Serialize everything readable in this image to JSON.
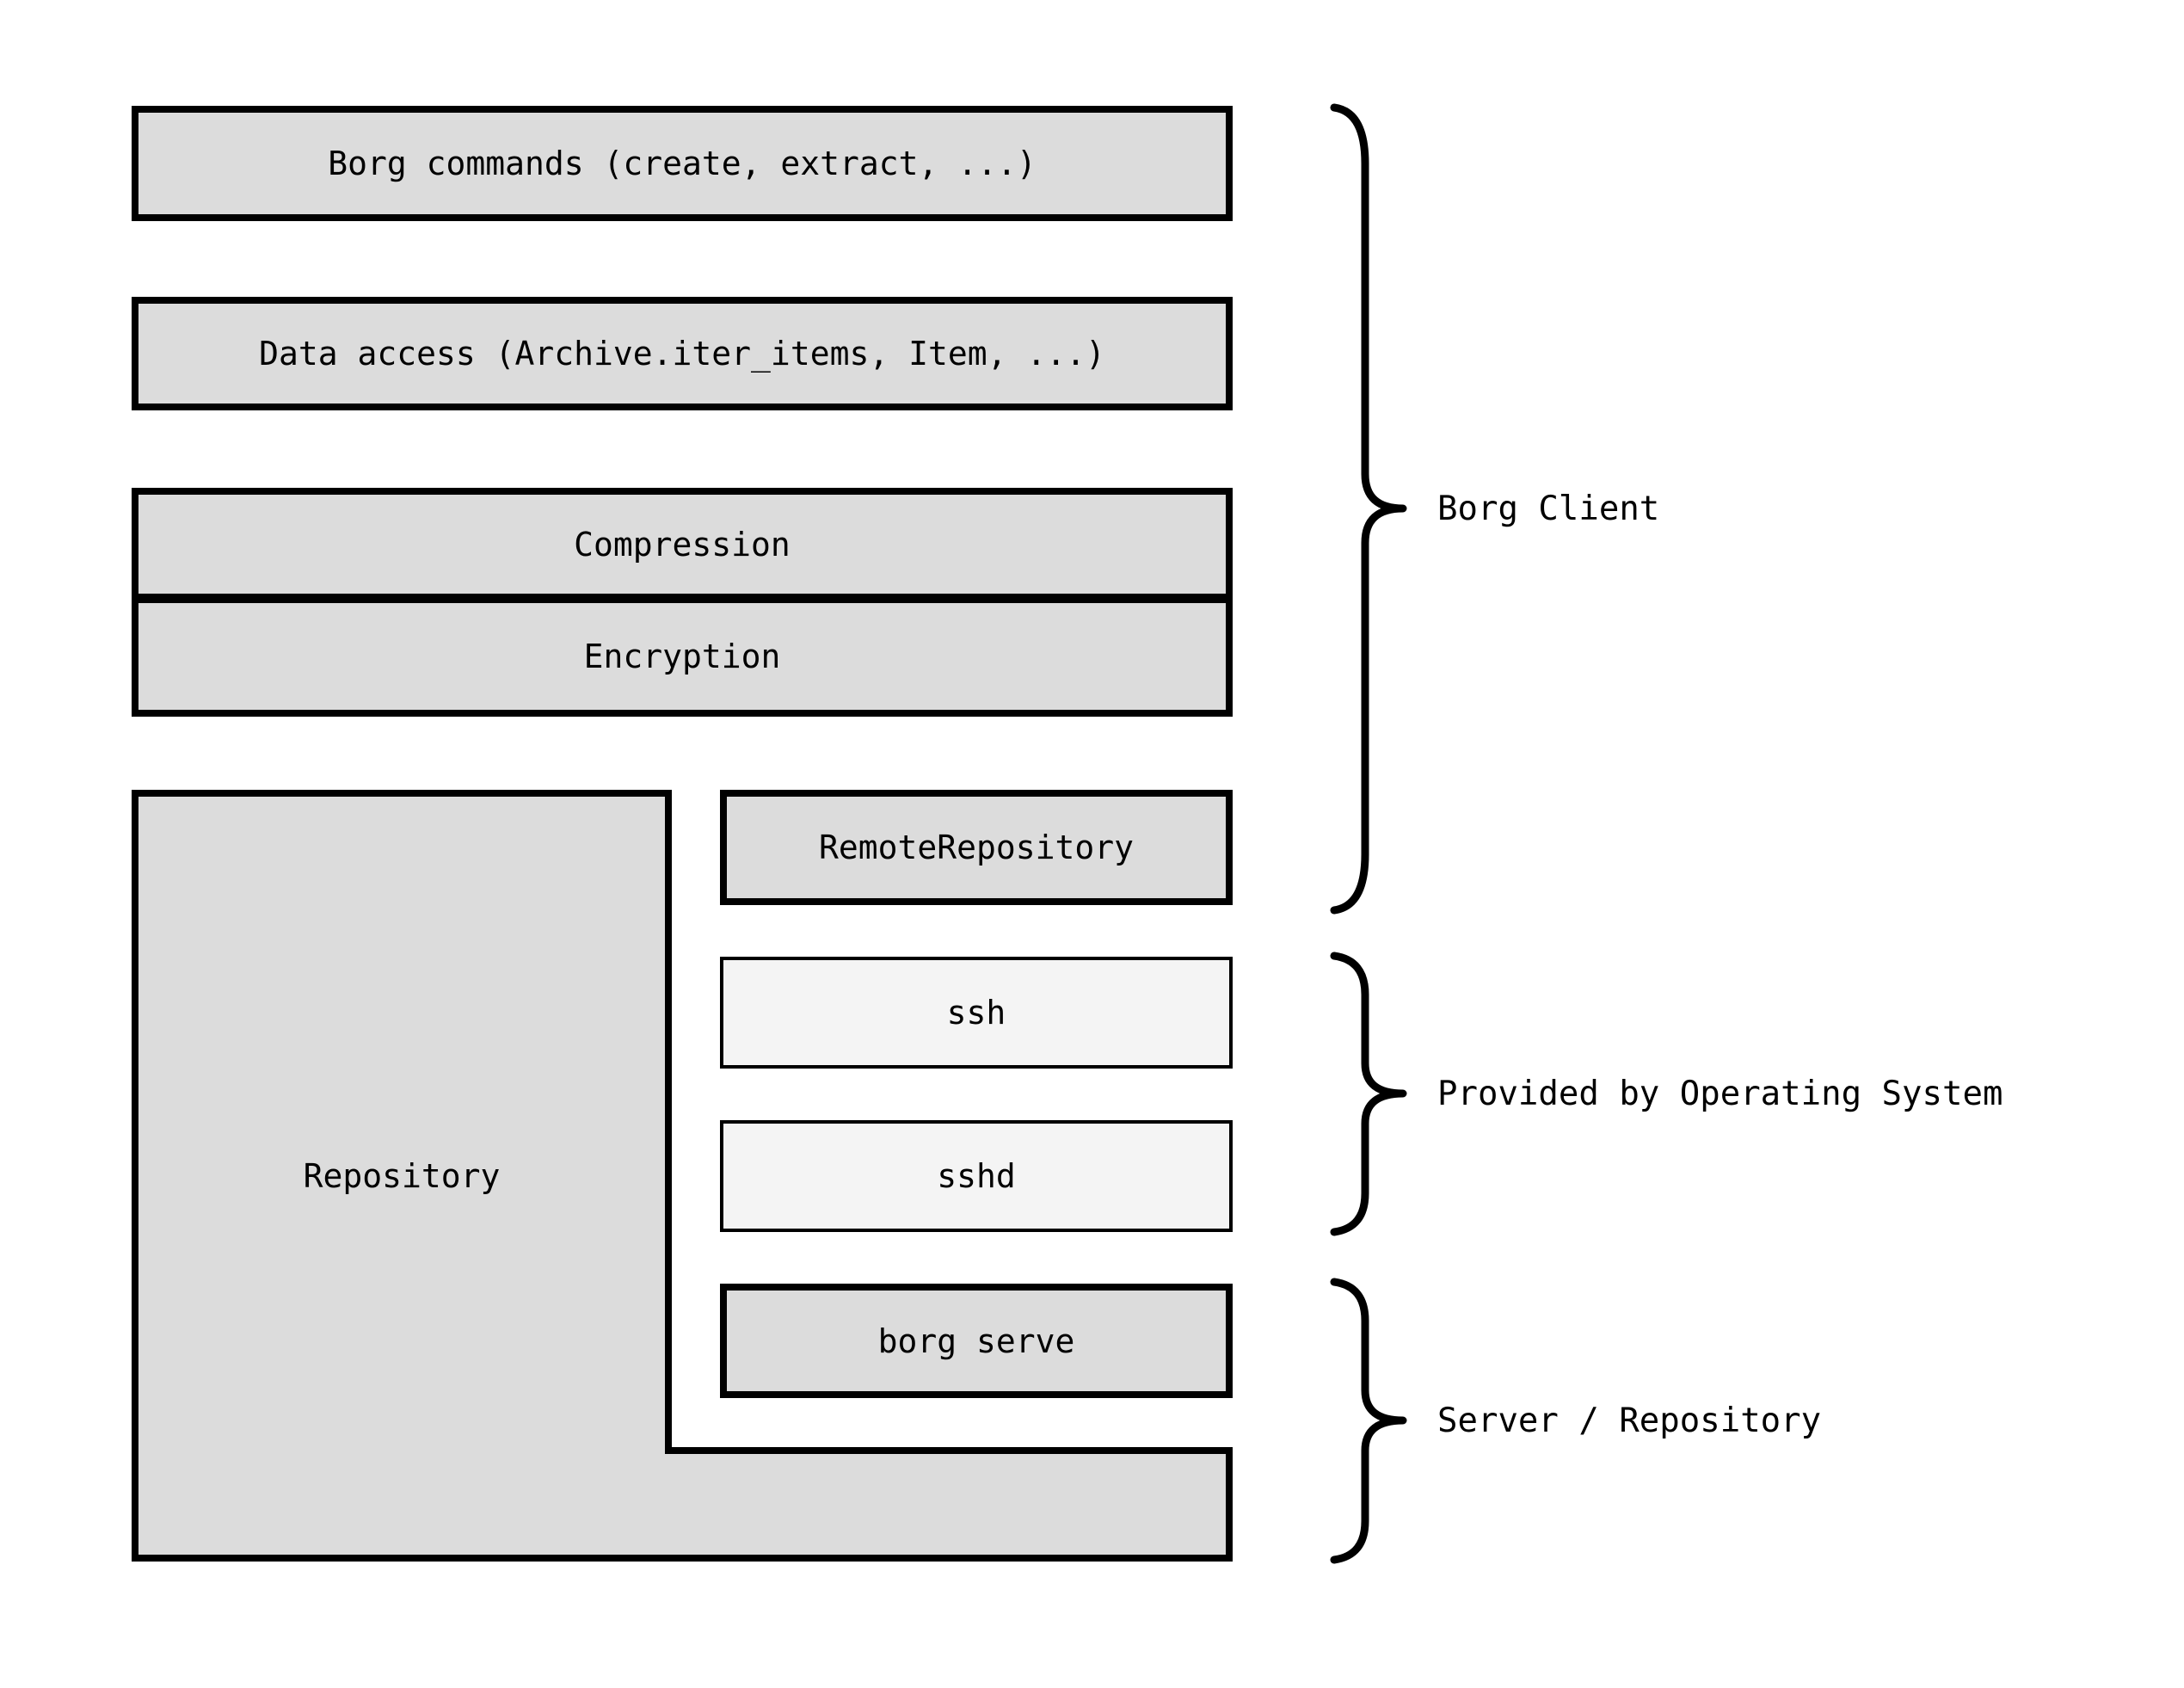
{
  "diagram": {
    "title": "Borg client/server architecture diagram",
    "boxes": {
      "borg_commands": {
        "label": "Borg commands (create, extract, ...)"
      },
      "data_access": {
        "label": "Data access (Archive.iter_items, Item, ...)"
      },
      "compression": {
        "label": "Compression"
      },
      "encryption": {
        "label": "Encryption"
      },
      "repository": {
        "label": "Repository"
      },
      "remote_repository": {
        "label": "RemoteRepository"
      },
      "ssh": {
        "label": "ssh"
      },
      "sshd": {
        "label": "sshd"
      },
      "borg_serve": {
        "label": "borg serve"
      }
    },
    "braces": {
      "borg_client": {
        "label": "Borg Client"
      },
      "provided_by_os": {
        "label": "Provided by Operating System"
      },
      "server_repository": {
        "label": "Server / Repository"
      }
    },
    "colors": {
      "background": "#ffffff",
      "box_fill": "#dcdcdc",
      "light_fill": "#f4f4f4",
      "stroke": "#000000",
      "text_color": "#000000"
    }
  }
}
